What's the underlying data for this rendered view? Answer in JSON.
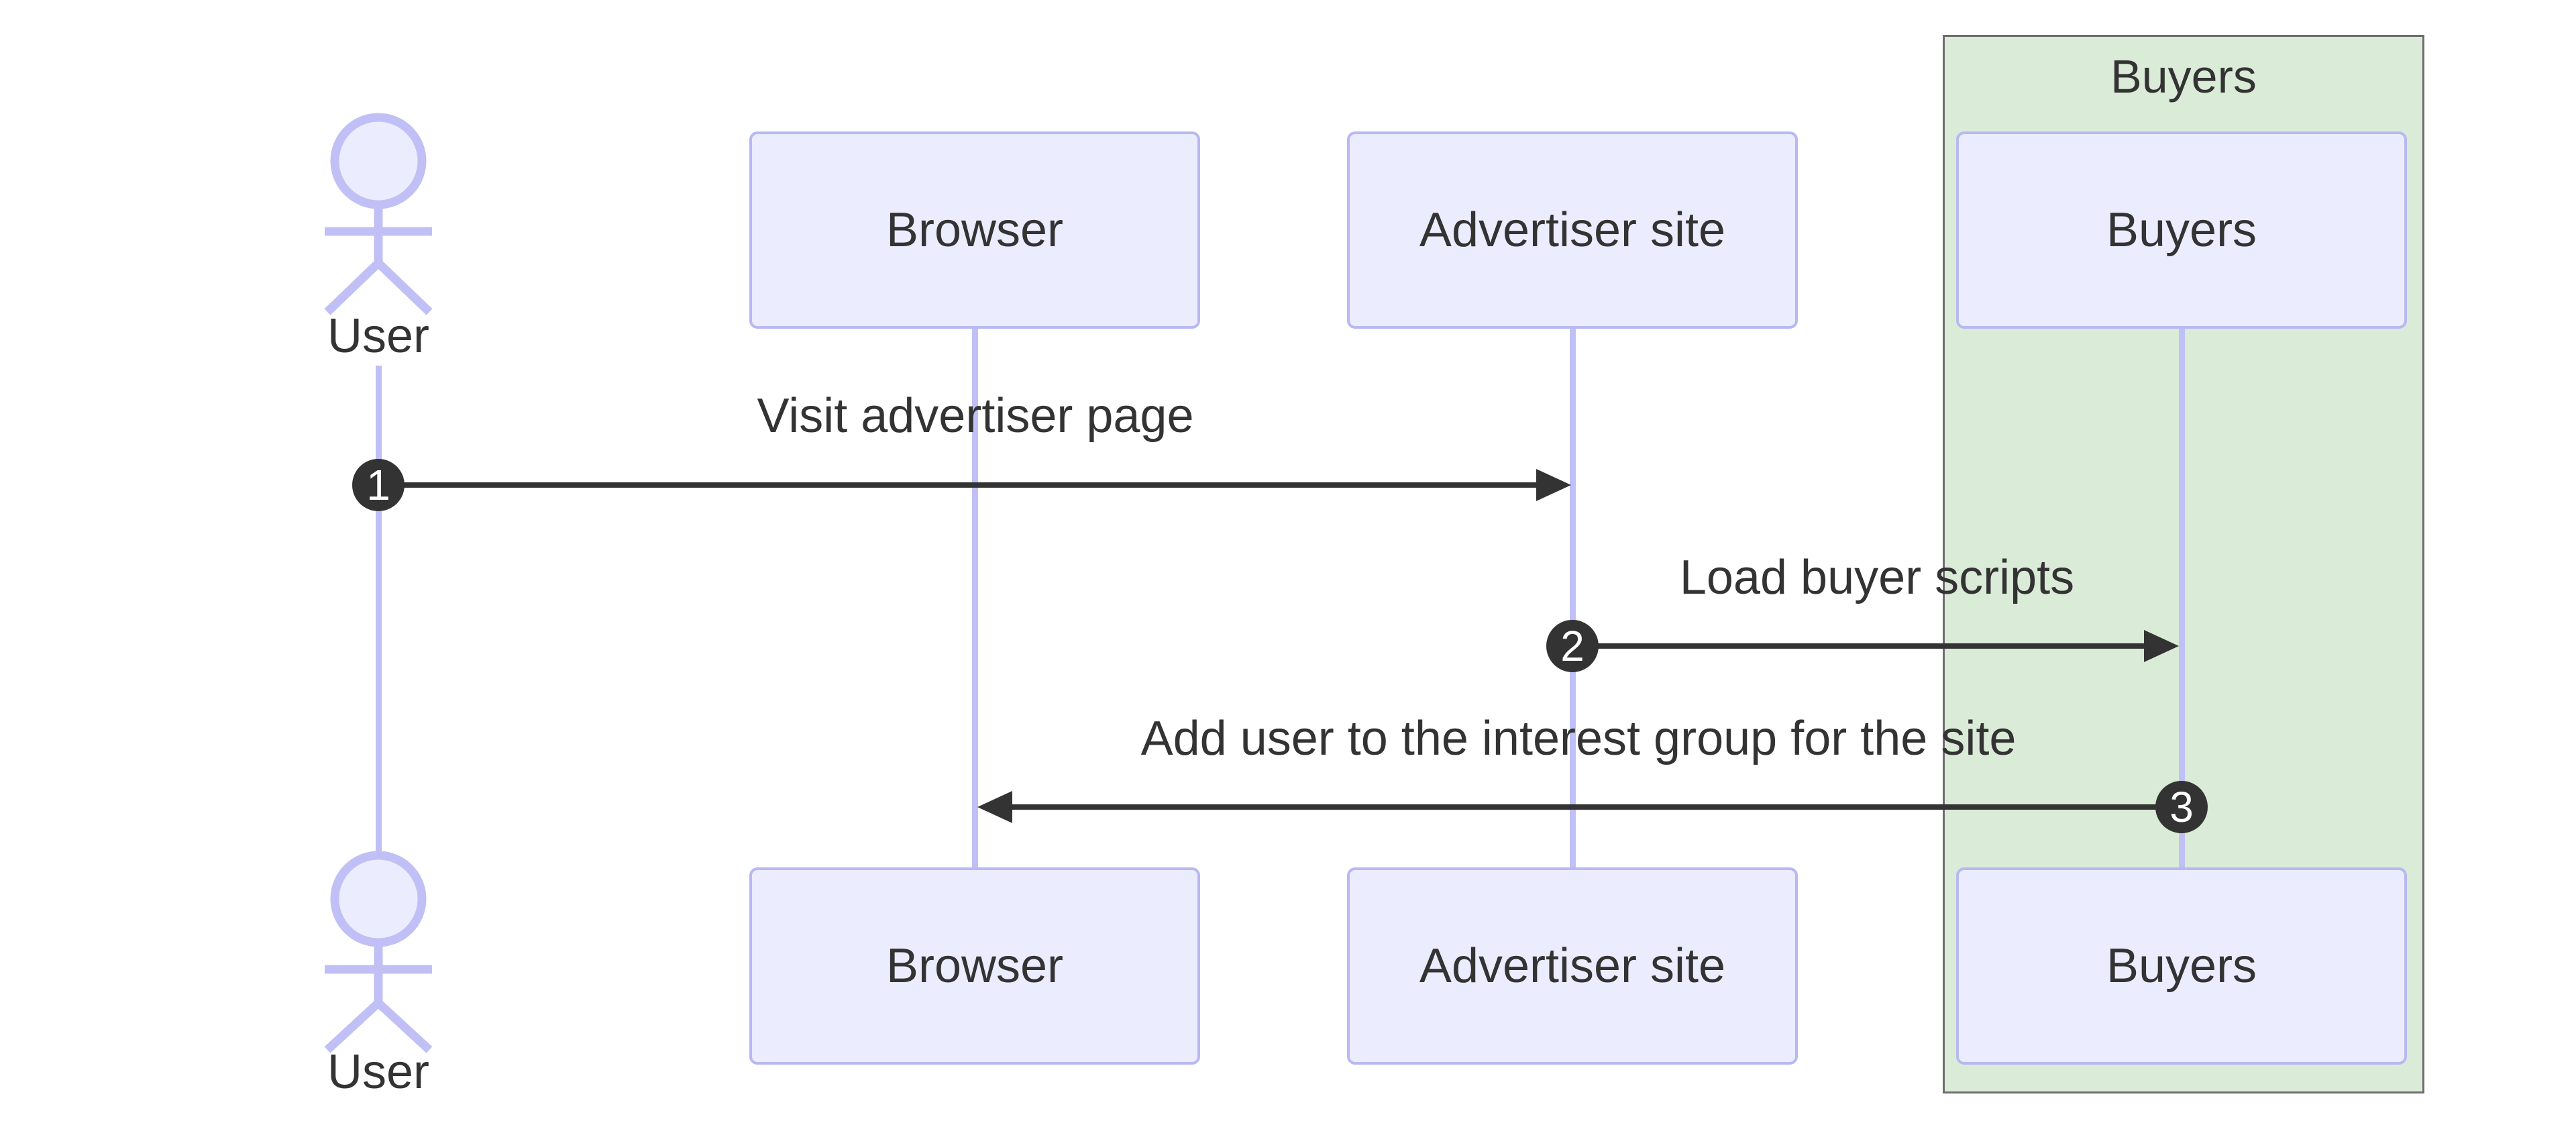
{
  "diagram": {
    "type": "sequence"
  },
  "actor": {
    "label": "User"
  },
  "participants": [
    {
      "label": "Browser"
    },
    {
      "label": "Advertiser site"
    },
    {
      "label": "Buyers"
    }
  ],
  "group": {
    "label": "Buyers"
  },
  "messages": [
    {
      "num": "1",
      "label": "Visit advertiser page",
      "from": "User",
      "to": "Advertiser site",
      "direction": "right"
    },
    {
      "num": "2",
      "label": "Load buyer scripts",
      "from": "Advertiser site",
      "to": "Buyers",
      "direction": "right"
    },
    {
      "num": "3",
      "label": "Add user to the interest group for the site",
      "from": "Buyers",
      "to": "Browser",
      "direction": "left"
    }
  ],
  "colors": {
    "participant_fill": "#ececff",
    "participant_border": "#b8b8f2",
    "lifeline": "#c0c0f6",
    "actor_stroke": "#c0c0f6",
    "signal": "#333333",
    "text": "#333333",
    "badge_fill": "#333333",
    "badge_text": "#ffffff",
    "group_fill": "#daebd8",
    "group_border": "#6d6d6d"
  }
}
